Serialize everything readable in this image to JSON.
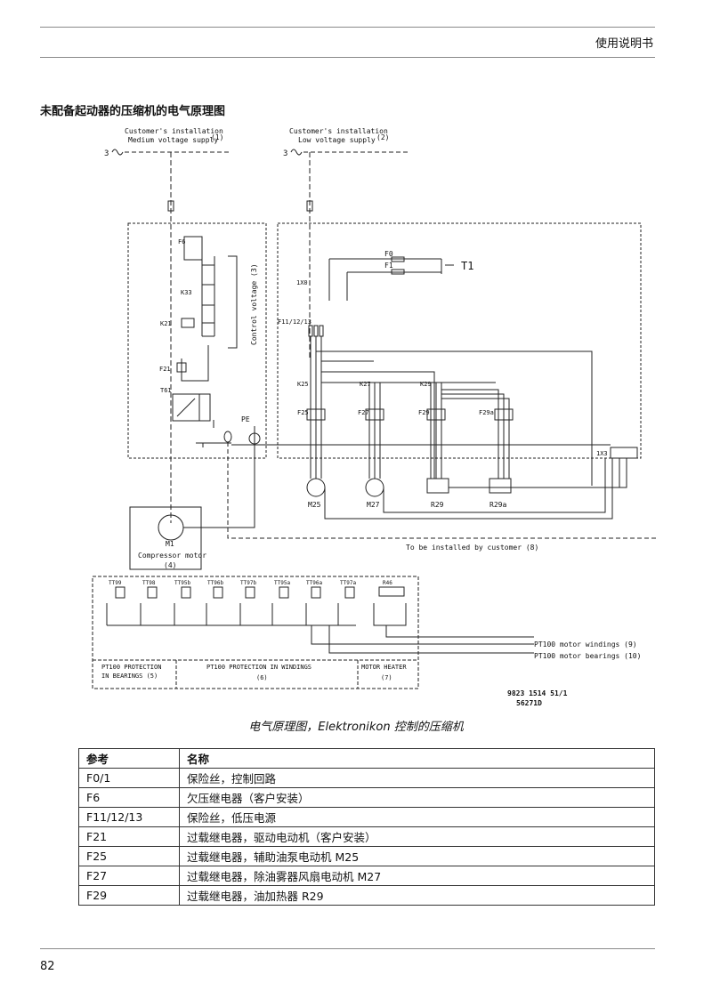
{
  "header": {
    "title": "使用说明书"
  },
  "heading": "未配备起动器的压缩机的电气原理图",
  "diagram": {
    "labels": {
      "supply1": "Customer's installation",
      "supply1b": "Medium voltage supply",
      "n1": "(1)",
      "supply2": "Customer's installation",
      "supply2b": "Low voltage supply",
      "n2": "(2)",
      "phase3": "3",
      "f6": "F6",
      "k33": "K33",
      "k21": "K21",
      "f21": "F21",
      "t61": "T61",
      "control": "Control voltage (3)",
      "pe": "PE",
      "f0": "F0",
      "f1": "F1",
      "t1": "T1",
      "x0": "1X0",
      "f111213": "F11/12/13",
      "k25": "K25",
      "k27": "K27",
      "k29": "K29",
      "f25": "F25",
      "f27": "F27",
      "f29": "F29",
      "f29a": "F29a",
      "x3": "1X3",
      "m25": "M25",
      "m27": "M27",
      "r29": "R29",
      "r29a": "R29a",
      "m1": "M1",
      "compressor": "Compressor motor",
      "n4": "(4)",
      "customer_install": "To be installed by customer (8)",
      "tt99": "TT99",
      "tt98": "TT98",
      "tt95b": "TT95b",
      "tt96b": "TT96b",
      "tt97b": "TT97b",
      "tt95a": "TT95a",
      "tt96a": "TT96a",
      "tt97a": "TT97a",
      "r46": "R46",
      "pt_wind": "PT100 motor windings (9)",
      "pt_bear": "PT100 motor bearings (10)",
      "sec5a": "PT100 PROTECTION",
      "sec5b": "IN BEARINGS  (5)",
      "sec6a": "PT100 PROTECTION IN WINDINGS",
      "sec6b": "(6)",
      "sec7a": "MOTOR HEATER",
      "sec7b": "(7)",
      "code1": "9823 1514 51/1",
      "code2": "56271D"
    }
  },
  "caption": "电气原理图，Elektronikon 控制的压缩机",
  "table": {
    "headers": [
      "参考",
      "名称"
    ],
    "rows": [
      [
        "F0/1",
        "保险丝，控制回路"
      ],
      [
        "F6",
        "欠压继电器（客户安装）"
      ],
      [
        "F11/12/13",
        "保险丝，低压电源"
      ],
      [
        "F21",
        "过载继电器，驱动电动机（客户安装）"
      ],
      [
        "F25",
        "过载继电器，辅助油泵电动机 M25"
      ],
      [
        "F27",
        "过载继电器，除油雾器风扇电动机 M27"
      ],
      [
        "F29",
        "过载继电器，油加热器 R29"
      ]
    ]
  },
  "page_number": "82"
}
